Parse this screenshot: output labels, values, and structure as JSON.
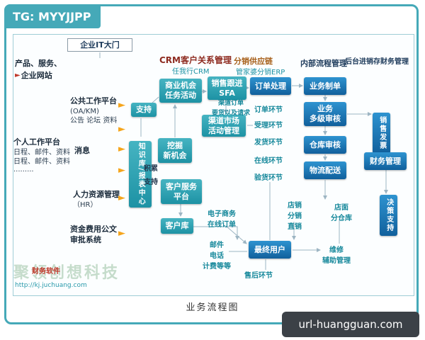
{
  "page": {
    "header_tag": "TG: MYYJJPP",
    "caption": "业务流程图",
    "badge_url": "url-huangguan.com"
  },
  "icons": {
    "arrow_right": "►"
  },
  "colors": {
    "frame_teal": "#45a9b8",
    "box_teal": "#1d92a4",
    "box_blue": "#11609c",
    "arrow_orange": "#f5a51d",
    "arrow_red": "#c0392b"
  },
  "top": {
    "it_gate": "企业IT大门",
    "products_line1": "产品、服务、",
    "products_line2": "企业网站",
    "crm_title": "CRM客户关系管理",
    "crm_sub": "任我行CRM",
    "dist_title": "分销供应链",
    "dist_sub": "管家婆分销ERP",
    "internal_title": "内部流程管理",
    "backend_title": "后台进销存财务管理"
  },
  "left_items": [
    {
      "title": "公共工作平台",
      "sub": "(OA/KM)\n公告 论坛 资料"
    },
    {
      "title": "个人工作平台",
      "sub": "日程、邮件、资料\n日程、邮件、资料\n·········"
    },
    {
      "title": "消息",
      "sub": ""
    },
    {
      "title": "人力资源管理",
      "sub": "（HR）"
    },
    {
      "title": "资金费用公文\n审批系统",
      "sub": ""
    }
  ],
  "teal_nodes": [
    {
      "id": "support",
      "label": "支持"
    },
    {
      "id": "knowledge-center",
      "label": "知识库/报表中心"
    },
    {
      "id": "business-opportunity",
      "label": "商业机会\n任务活动"
    },
    {
      "id": "sales-follow",
      "label": "销售跟进\nSFA"
    },
    {
      "id": "channel-market",
      "label": "渠道市场\n活动管理"
    },
    {
      "id": "dig-new-opportunity",
      "label": "挖掘\n新机会"
    },
    {
      "id": "customer-service",
      "label": "客户服务\n平台"
    },
    {
      "id": "customer-db",
      "label": "客户库"
    }
  ],
  "blue_nodes": [
    {
      "id": "order-processing",
      "label": "订单处理"
    },
    {
      "id": "business-billing",
      "label": "业务制单"
    },
    {
      "id": "multi-level-audit",
      "label": "业务\n多级审核"
    },
    {
      "id": "warehouse-audit",
      "label": "仓库审核"
    },
    {
      "id": "logistics",
      "label": "物流配送"
    },
    {
      "id": "sales-invoice",
      "label": "销售发票"
    },
    {
      "id": "finance",
      "label": "财务管理"
    },
    {
      "id": "decision-support",
      "label": "决策支持"
    },
    {
      "id": "end-user",
      "label": "最终用户"
    }
  ],
  "flow_texts": {
    "channel_order": "渠道订单\n要货以及请求",
    "accumulate": "积累\n支持",
    "order_link": "订单环节",
    "accept_link": "受理环节",
    "ship_link": "发货环节",
    "online_link": "在线环节",
    "inspect_link": "验货环节",
    "store_sales": "店销\n分销\n直销",
    "store_branch": "店面\n分仓库",
    "ecommerce": "电子商务\n在线订单",
    "repair": "维修\n辅助管理",
    "mail_phone": "邮件\n电话\n计费等等",
    "aftersale": "售后环节"
  },
  "watermark": {
    "brand": "聚领创想科技",
    "label": "财务软件",
    "url": "http://kj.juchuang.com"
  }
}
